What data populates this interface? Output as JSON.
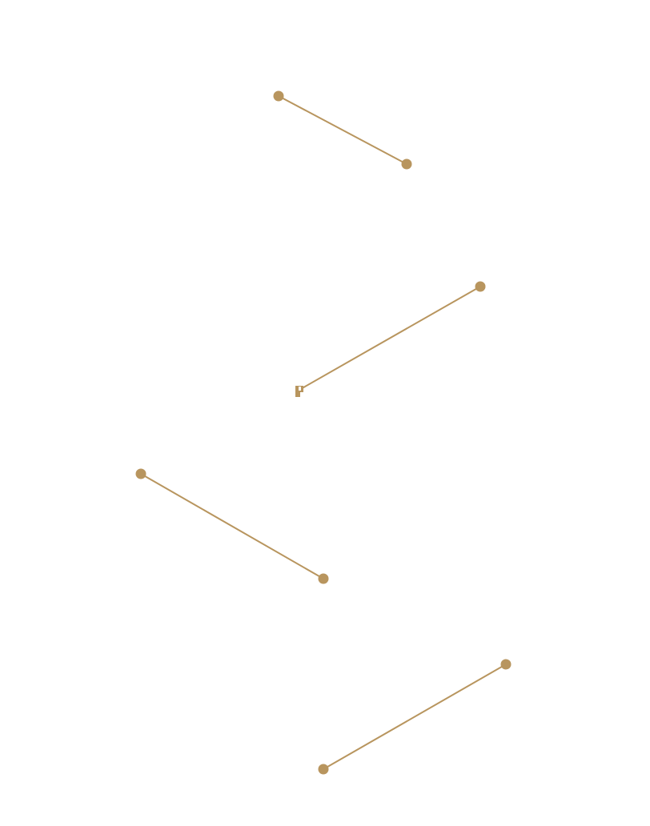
{
  "colors": {
    "background": "#ffffff",
    "connector": "#b8955e"
  },
  "connectors": [
    {
      "name": "connector-1"
    },
    {
      "name": "connector-2"
    },
    {
      "name": "connector-3"
    },
    {
      "name": "connector-4"
    }
  ]
}
